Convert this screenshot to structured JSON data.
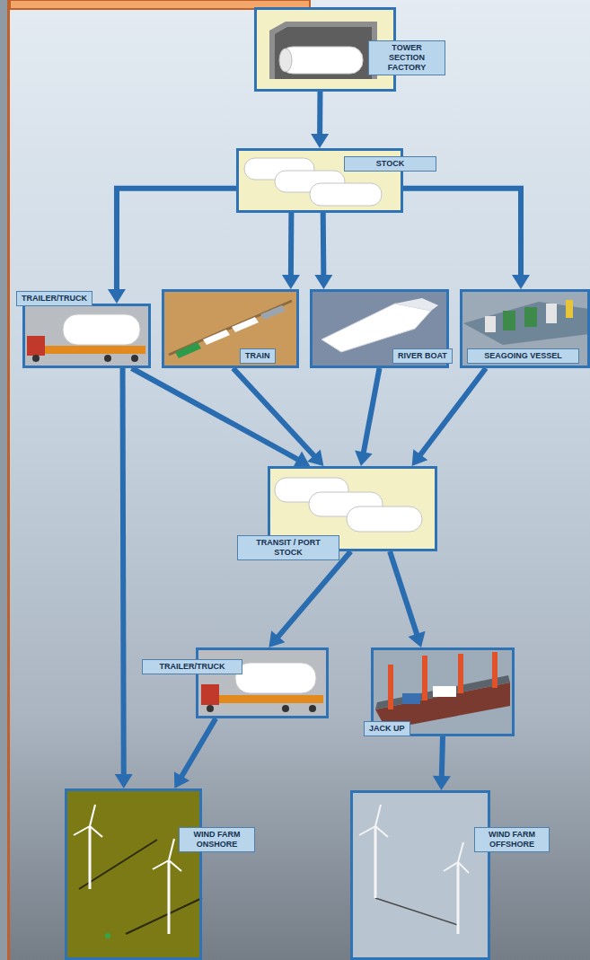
{
  "diagram": {
    "nodes": [
      {
        "text": [
          "TOWER SECTION FACTORY"
        ]
      },
      {
        "text": [
          "STOCK"
        ]
      },
      {
        "text": [
          "TRAILER/TRUCK"
        ]
      },
      {
        "text": [
          "TRAIN"
        ]
      },
      {
        "text": [
          "RIVER BOAT"
        ]
      },
      {
        "text": [
          "SEAGOING VESSEL"
        ]
      },
      {
        "text": [
          "TRANSIT / PORT STOCK"
        ]
      },
      {
        "text": [
          "TRAILER/TRUCK"
        ]
      },
      {
        "text": [
          "JACK UP"
        ]
      },
      {
        "text": [
          "WIND FARM ONSHORE"
        ]
      },
      {
        "text": [
          "WIND FARM OFFSHORE"
        ]
      }
    ],
    "edges": [
      {
        "from": 0,
        "to": 1,
        "arrow": "to"
      },
      {
        "from": 1,
        "to": 2,
        "arrow": "to"
      },
      {
        "from": 1,
        "to": 3,
        "arrow": "to"
      },
      {
        "from": 1,
        "to": 4,
        "arrow": "to"
      },
      {
        "from": 1,
        "to": 5,
        "arrow": "to"
      },
      {
        "from": 2,
        "to": 6,
        "arrow": "to"
      },
      {
        "from": 3,
        "to": 6,
        "arrow": "to"
      },
      {
        "from": 4,
        "to": 6,
        "arrow": "to"
      },
      {
        "from": 5,
        "to": 6,
        "arrow": "to"
      },
      {
        "from": 2,
        "to": 9,
        "arrow": "to"
      },
      {
        "from": 6,
        "to": 7,
        "arrow": "to"
      },
      {
        "from": 6,
        "to": 8,
        "arrow": "to"
      },
      {
        "from": 7,
        "to": 9,
        "arrow": "to"
      },
      {
        "from": 8,
        "to": 10,
        "arrow": "to"
      }
    ]
  }
}
